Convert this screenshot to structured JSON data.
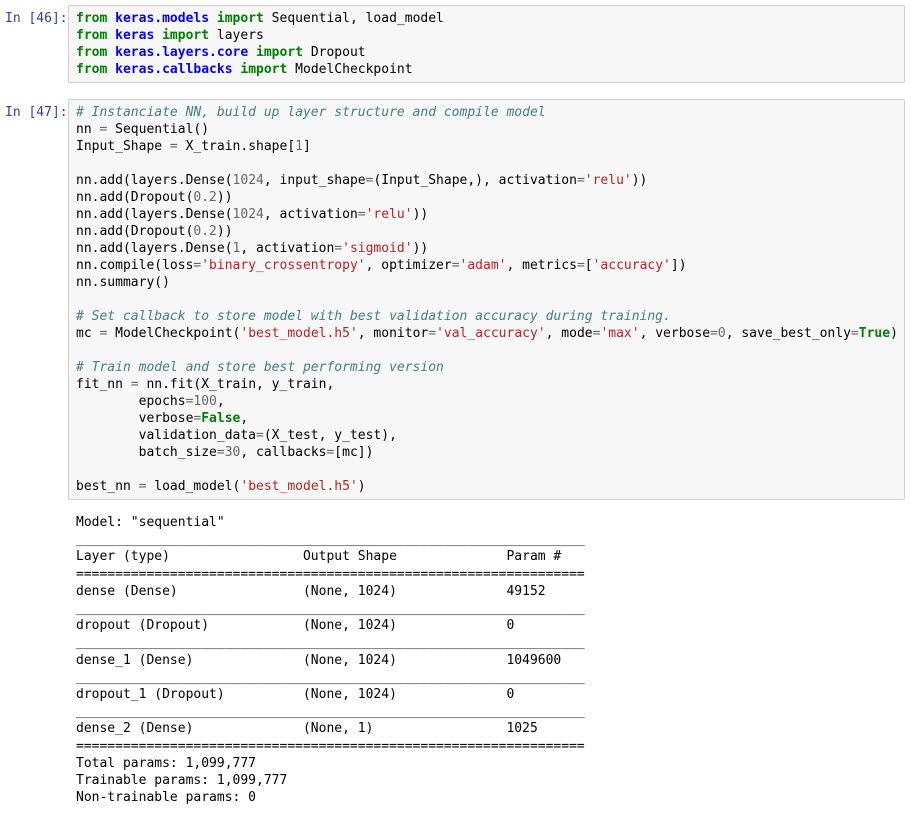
{
  "colors": {
    "prompt": "#303F9F",
    "cell-bg": "#f7f7f7",
    "cell-border": "#cfcfcf",
    "kw": "#008000",
    "nn": "#0000FF",
    "str": "#BA2121",
    "cmt": "#408080",
    "num": "#666666",
    "op": "#666666"
  },
  "cells": [
    {
      "prompt": "In [46]:",
      "code_lines": [
        [
          [
            "kw",
            "from"
          ],
          [
            "pl",
            " "
          ],
          [
            "nn",
            "keras.models"
          ],
          [
            "pl",
            " "
          ],
          [
            "kw",
            "import"
          ],
          [
            "pl",
            " Sequential, load_model"
          ]
        ],
        [
          [
            "kw",
            "from"
          ],
          [
            "pl",
            " "
          ],
          [
            "nn",
            "keras"
          ],
          [
            "pl",
            " "
          ],
          [
            "kw",
            "import"
          ],
          [
            "pl",
            " layers"
          ]
        ],
        [
          [
            "kw",
            "from"
          ],
          [
            "pl",
            " "
          ],
          [
            "nn",
            "keras.layers.core"
          ],
          [
            "pl",
            " "
          ],
          [
            "kw",
            "import"
          ],
          [
            "pl",
            " Dropout"
          ]
        ],
        [
          [
            "kw",
            "from"
          ],
          [
            "pl",
            " "
          ],
          [
            "nn",
            "keras.callbacks"
          ],
          [
            "pl",
            " "
          ],
          [
            "kw",
            "import"
          ],
          [
            "pl",
            " ModelCheckpoint"
          ]
        ]
      ],
      "output_lines": []
    },
    {
      "prompt": "In [47]:",
      "code_lines": [
        [
          [
            "cmt",
            "# Instanciate NN, build up layer structure and compile model"
          ]
        ],
        [
          [
            "pl",
            "nn "
          ],
          [
            "op",
            "="
          ],
          [
            "pl",
            " Sequential()"
          ]
        ],
        [
          [
            "pl",
            "Input_Shape "
          ],
          [
            "op",
            "="
          ],
          [
            "pl",
            " X_train.shape["
          ],
          [
            "num",
            "1"
          ],
          [
            "pl",
            "]"
          ]
        ],
        [],
        [
          [
            "pl",
            "nn.add(layers.Dense("
          ],
          [
            "num",
            "1024"
          ],
          [
            "pl",
            ", input_shape"
          ],
          [
            "op",
            "="
          ],
          [
            "pl",
            "(Input_Shape,), activation"
          ],
          [
            "op",
            "="
          ],
          [
            "str",
            "'relu'"
          ],
          [
            "pl",
            "))"
          ]
        ],
        [
          [
            "pl",
            "nn.add(Dropout("
          ],
          [
            "num",
            "0.2"
          ],
          [
            "pl",
            "))"
          ]
        ],
        [
          [
            "pl",
            "nn.add(layers.Dense("
          ],
          [
            "num",
            "1024"
          ],
          [
            "pl",
            ", activation"
          ],
          [
            "op",
            "="
          ],
          [
            "str",
            "'relu'"
          ],
          [
            "pl",
            "))"
          ]
        ],
        [
          [
            "pl",
            "nn.add(Dropout("
          ],
          [
            "num",
            "0.2"
          ],
          [
            "pl",
            "))"
          ]
        ],
        [
          [
            "pl",
            "nn.add(layers.Dense("
          ],
          [
            "num",
            "1"
          ],
          [
            "pl",
            ", activation"
          ],
          [
            "op",
            "="
          ],
          [
            "str",
            "'sigmoid'"
          ],
          [
            "pl",
            "))"
          ]
        ],
        [
          [
            "pl",
            "nn.compile(loss"
          ],
          [
            "op",
            "="
          ],
          [
            "str",
            "'binary_crossentropy'"
          ],
          [
            "pl",
            ", optimizer"
          ],
          [
            "op",
            "="
          ],
          [
            "str",
            "'adam'"
          ],
          [
            "pl",
            ", metrics"
          ],
          [
            "op",
            "="
          ],
          [
            "pl",
            "["
          ],
          [
            "str",
            "'accuracy'"
          ],
          [
            "pl",
            "])"
          ]
        ],
        [
          [
            "pl",
            "nn.summary()"
          ]
        ],
        [],
        [
          [
            "cmt",
            "# Set callback to store model with best validation accuracy during training."
          ]
        ],
        [
          [
            "pl",
            "mc "
          ],
          [
            "op",
            "="
          ],
          [
            "pl",
            " ModelCheckpoint("
          ],
          [
            "str",
            "'best_model.h5'"
          ],
          [
            "pl",
            ", monitor"
          ],
          [
            "op",
            "="
          ],
          [
            "str",
            "'val_accuracy'"
          ],
          [
            "pl",
            ", mode"
          ],
          [
            "op",
            "="
          ],
          [
            "str",
            "'max'"
          ],
          [
            "pl",
            ", verbose"
          ],
          [
            "op",
            "="
          ],
          [
            "num",
            "0"
          ],
          [
            "pl",
            ", save_best_only"
          ],
          [
            "op",
            "="
          ],
          [
            "kw",
            "True"
          ],
          [
            "pl",
            ")"
          ]
        ],
        [],
        [
          [
            "cmt",
            "# Train model and store best performing version"
          ]
        ],
        [
          [
            "pl",
            "fit_nn "
          ],
          [
            "op",
            "="
          ],
          [
            "pl",
            " nn.fit(X_train, y_train,"
          ]
        ],
        [
          [
            "pl",
            "        epochs"
          ],
          [
            "op",
            "="
          ],
          [
            "num",
            "100"
          ],
          [
            "pl",
            ","
          ]
        ],
        [
          [
            "pl",
            "        verbose"
          ],
          [
            "op",
            "="
          ],
          [
            "kw",
            "False"
          ],
          [
            "pl",
            ","
          ]
        ],
        [
          [
            "pl",
            "        validation_data"
          ],
          [
            "op",
            "="
          ],
          [
            "pl",
            "(X_test, y_test),"
          ]
        ],
        [
          [
            "pl",
            "        batch_size"
          ],
          [
            "op",
            "="
          ],
          [
            "num",
            "30"
          ],
          [
            "pl",
            ", callbacks"
          ],
          [
            "op",
            "="
          ],
          [
            "pl",
            "[mc])"
          ]
        ],
        [],
        [
          [
            "pl",
            "best_nn "
          ],
          [
            "op",
            "="
          ],
          [
            "pl",
            " load_model("
          ],
          [
            "str",
            "'best_model.h5'"
          ],
          [
            "pl",
            ")"
          ]
        ]
      ],
      "output_lines": [
        "Model: \"sequential\"",
        "_________________________________________________________________",
        "Layer (type)                 Output Shape              Param #",
        "=================================================================",
        "dense (Dense)                (None, 1024)              49152",
        "_________________________________________________________________",
        "dropout (Dropout)            (None, 1024)              0",
        "_________________________________________________________________",
        "dense_1 (Dense)              (None, 1024)              1049600",
        "_________________________________________________________________",
        "dropout_1 (Dropout)          (None, 1024)              0",
        "_________________________________________________________________",
        "dense_2 (Dense)              (None, 1)                 1025",
        "=================================================================",
        "Total params: 1,099,777",
        "Trainable params: 1,099,777",
        "Non-trainable params: 0"
      ]
    }
  ]
}
